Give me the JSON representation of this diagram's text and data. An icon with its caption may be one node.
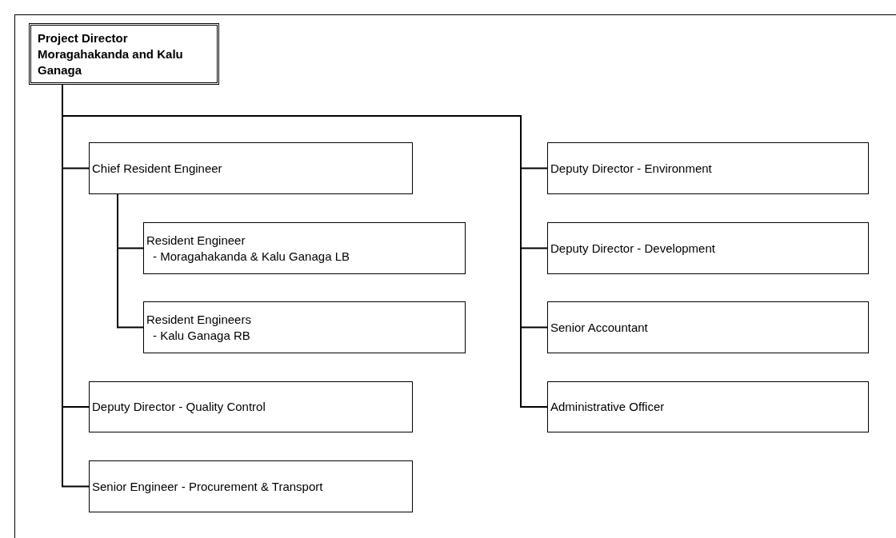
{
  "diagram": {
    "nodes": [
      {
        "text": [
          "Project Director",
          "Moragahakanda and Kalu Ganaga"
        ]
      },
      {
        "text": [
          "Chief Resident Engineer"
        ]
      },
      {
        "text": [
          "Resident Engineer",
          "- Moragahakanda & Kalu Ganaga LB"
        ]
      },
      {
        "text": [
          "Resident Engineers",
          "- Kalu Ganaga RB"
        ]
      },
      {
        "text": [
          "Deputy Director - Quality Control"
        ]
      },
      {
        "text": [
          "Senior Engineer - Procurement & Transport"
        ]
      },
      {
        "text": [
          "Deputy Director - Environment"
        ]
      },
      {
        "text": [
          "Deputy Director - Development"
        ]
      },
      {
        "text": [
          "Senior Accountant"
        ]
      },
      {
        "text": [
          "Administrative Officer"
        ]
      }
    ],
    "edges": [
      {
        "from": 0,
        "to": 1,
        "arrow": "none"
      },
      {
        "from": 1,
        "to": 2,
        "arrow": "none"
      },
      {
        "from": 1,
        "to": 3,
        "arrow": "none"
      },
      {
        "from": 0,
        "to": 4,
        "arrow": "none"
      },
      {
        "from": 0,
        "to": 5,
        "arrow": "none"
      },
      {
        "from": 0,
        "to": 6,
        "arrow": "none"
      },
      {
        "from": 0,
        "to": 7,
        "arrow": "none"
      },
      {
        "from": 0,
        "to": 8,
        "arrow": "none"
      },
      {
        "from": 0,
        "to": 9,
        "arrow": "none"
      }
    ]
  }
}
